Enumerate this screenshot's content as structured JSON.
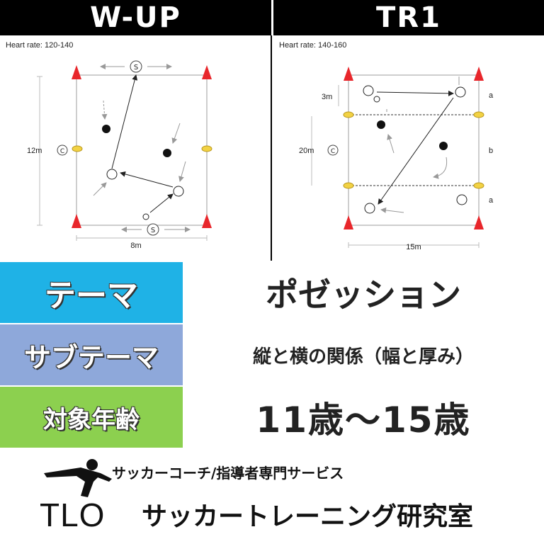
{
  "header": {
    "left": "W-UP",
    "right": "TR1"
  },
  "warmup": {
    "heart_rate": "Heart rate: 120-140",
    "dim_vertical": "12m",
    "dim_horizontal": "8m",
    "label_s": "S",
    "label_c": "C"
  },
  "tr1": {
    "heart_rate": "Heart rate: 140-160",
    "dim_small": "3m",
    "dim_vertical": "20m",
    "dim_horizontal": "15m",
    "zone_top": "a",
    "zone_mid": "b",
    "zone_bottom": "a",
    "label_c": "C"
  },
  "info": {
    "theme_label": "テーマ",
    "theme_value": "ポゼッション",
    "subtheme_label": "サブテーマ",
    "subtheme_value": "縦と横の関係（幅と厚み）",
    "age_label": "対象年齢",
    "age_value": "11歳～15歳"
  },
  "footer": {
    "logo_text": "TLO",
    "service": "サッカーコーチ/指導者専門サービス",
    "organization": "サッカートレーニング研究室"
  },
  "colors": {
    "header_bg": "#000000",
    "theme_blue": "#1fb2e6",
    "subtheme_blue": "#8ea8da",
    "age_green": "#8cd04f",
    "cone_red": "#e8262b",
    "marker_yellow": "#f2d244"
  }
}
